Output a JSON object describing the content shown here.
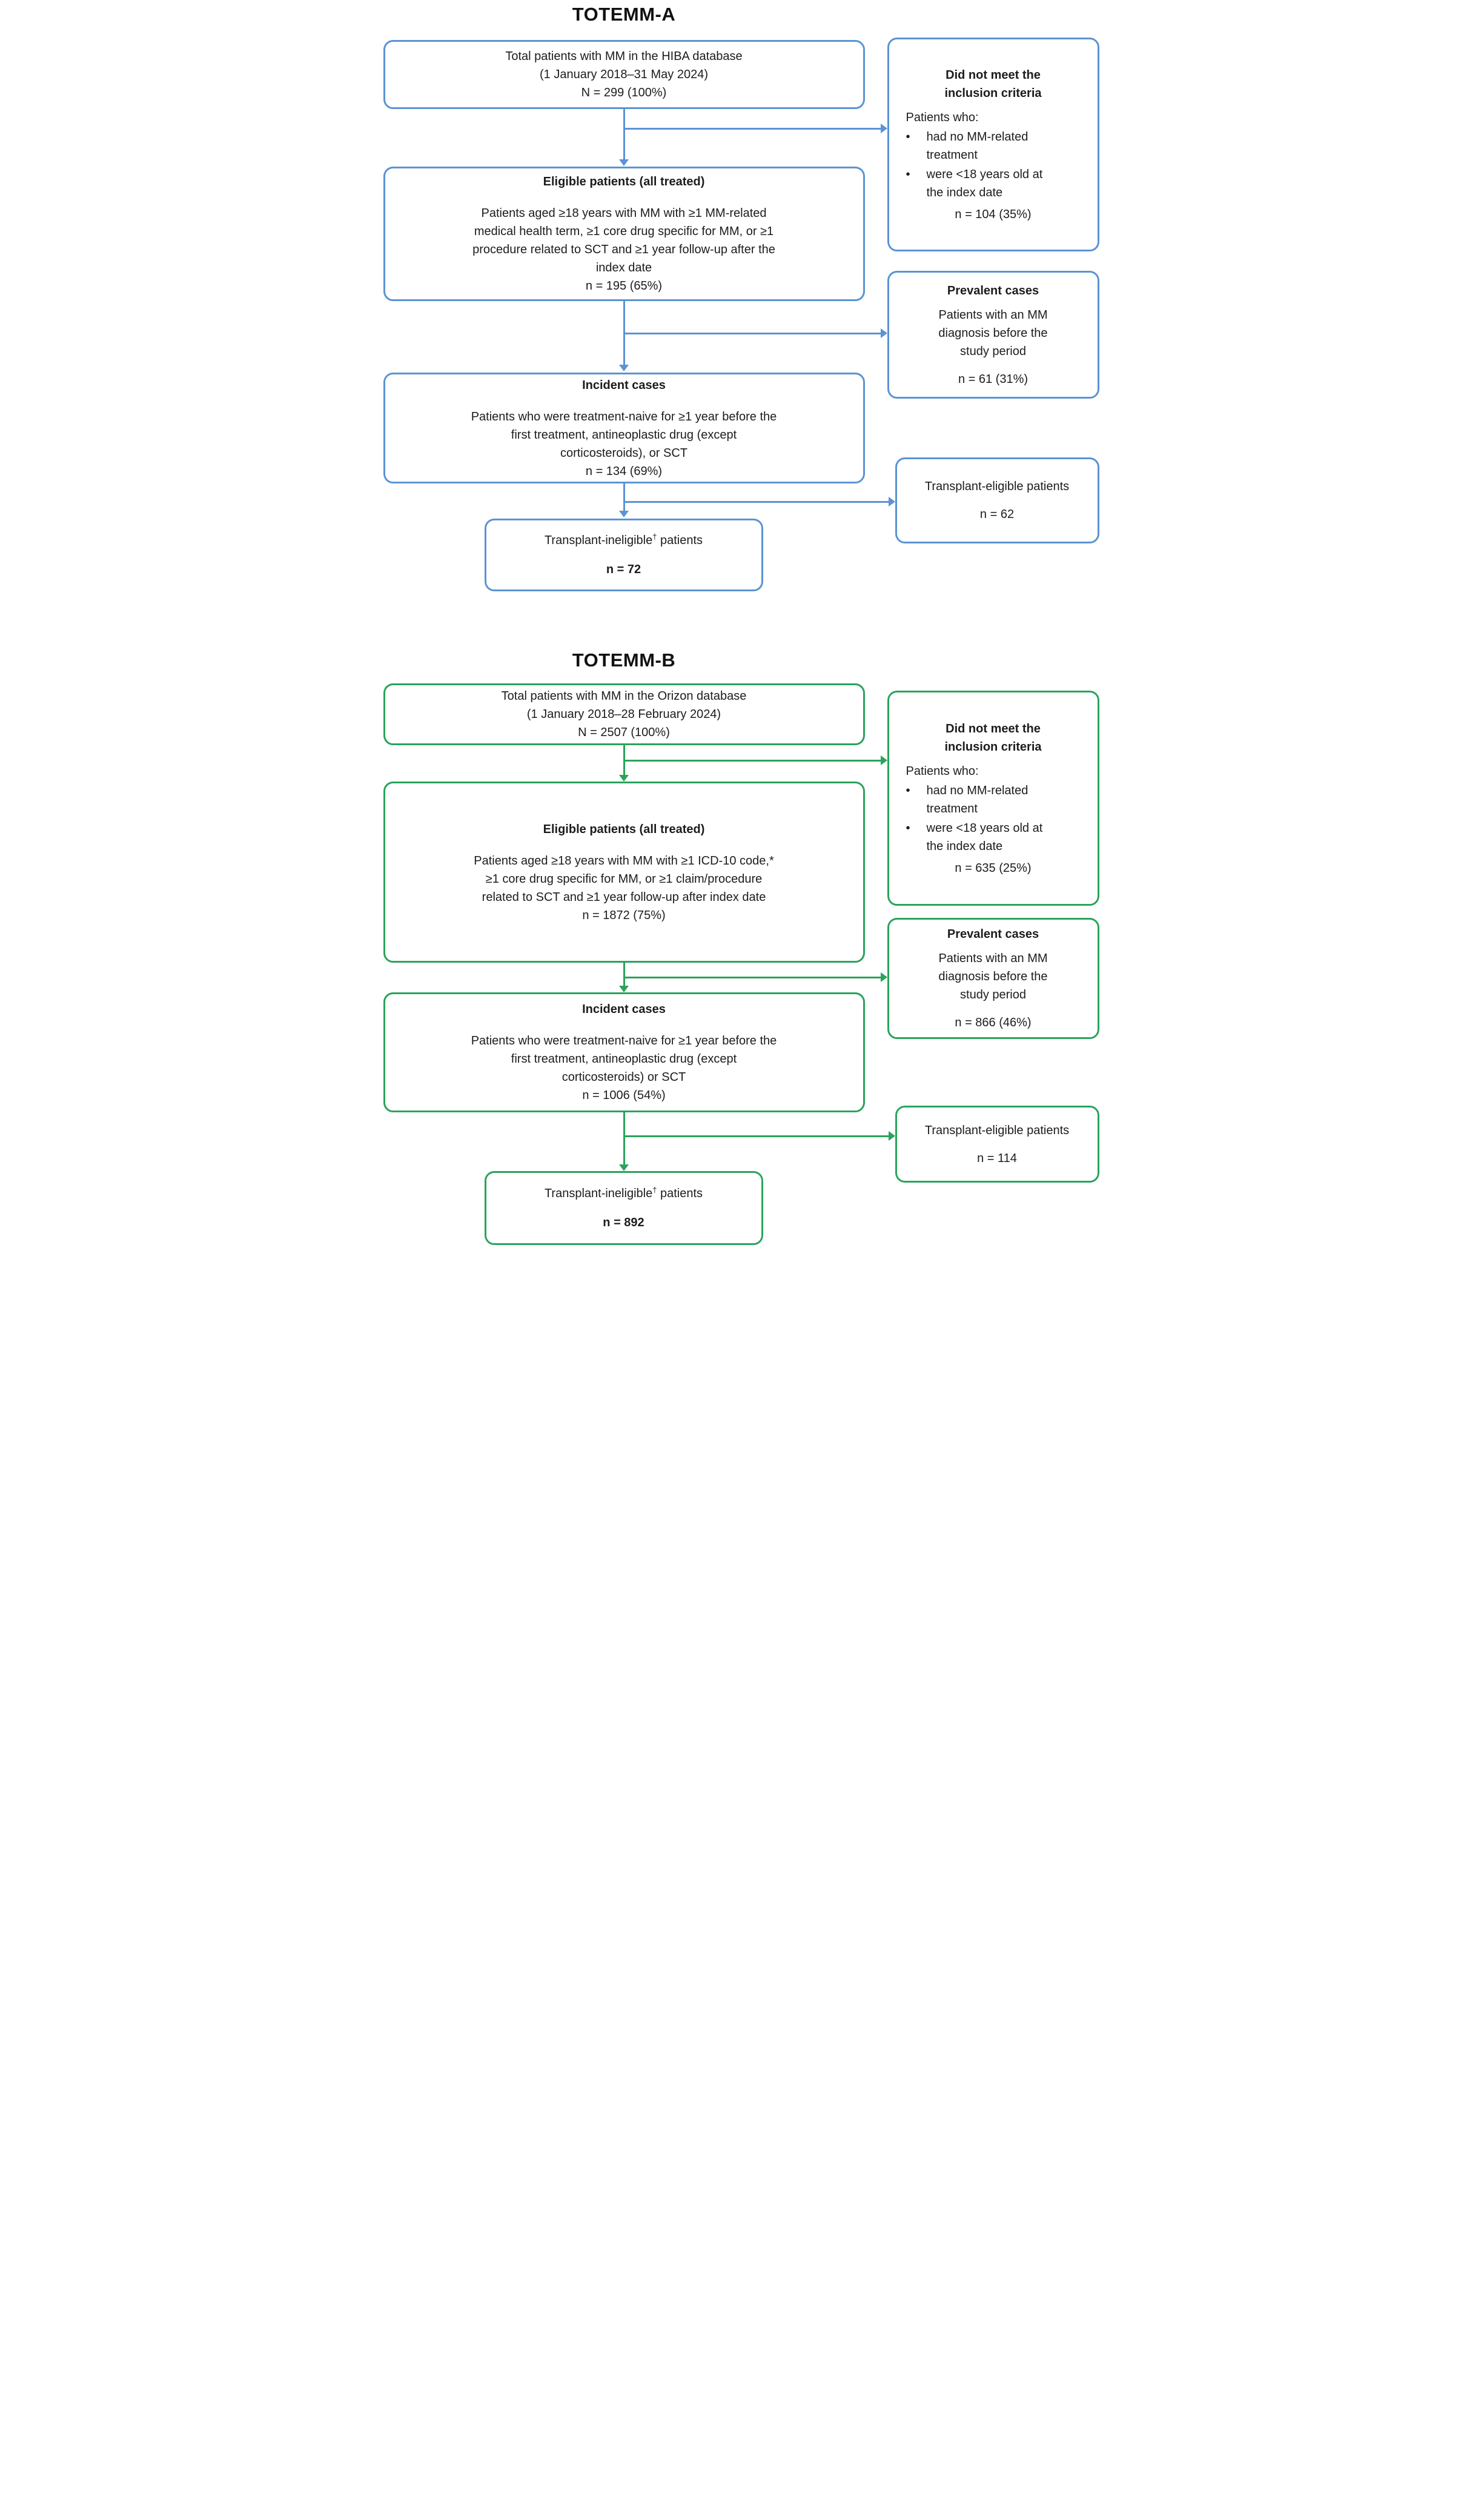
{
  "diagram": {
    "bullet_char": "•",
    "panels": [
      {
        "title": "TOTEMM-A",
        "accent_color": "#5b93d4",
        "source_box": {
          "lines": [
            "Total patients with MM in the HIBA database",
            "(1 January 2018–31 May 2024)",
            "N = 299 (100%)"
          ]
        },
        "exclusion_box": {
          "heading": "Did not meet the inclusion criteria",
          "intro": "Patients who:",
          "bullets": [
            "had no MM-related treatment",
            "were <18 years old at the index date"
          ],
          "n": "n = 104 (35%)"
        },
        "eligible_box": {
          "heading": "Eligible patients (all treated)",
          "body_lines": [
            "Patients aged ≥18 years with MM with ≥1 MM-related",
            "medical health term, ≥1 core drug specific for MM, or ≥1",
            "procedure related to SCT and ≥1 year follow-up after the",
            "index date"
          ],
          "n": "n = 195 (65%)"
        },
        "prevalent_box": {
          "heading": "Prevalent cases",
          "body_lines": [
            "Patients with an MM",
            "diagnosis before the",
            "study period"
          ],
          "n": "n = 61 (31%)"
        },
        "incident_box": {
          "heading": "Incident cases",
          "body_lines": [
            "Patients who were treatment-naive for ≥1 year before the",
            "first treatment, antineoplastic drug (except",
            "corticosteroids), or SCT"
          ],
          "n": "n = 134 (69%)"
        },
        "transplant_eligible_box": {
          "label": "Transplant-eligible patients",
          "n": "n = 62"
        },
        "transplant_ineligible_box": {
          "label": "Transplant-ineligible",
          "dagger": "†",
          "label_suffix": " patients",
          "n": "n = 72"
        }
      },
      {
        "title": "TOTEMM-B",
        "accent_color": "#2aa35c",
        "source_box": {
          "lines": [
            "Total patients with MM in the Orizon database",
            "(1 January 2018–28 February 2024)",
            "N = 2507 (100%)"
          ]
        },
        "exclusion_box": {
          "heading": "Did not meet the inclusion criteria",
          "intro": "Patients who:",
          "bullets": [
            "had no MM-related treatment",
            "were <18 years old at the index date"
          ],
          "n": "n = 635 (25%)"
        },
        "eligible_box": {
          "heading": "Eligible patients (all treated)",
          "body_lines": [
            "Patients aged ≥18 years with MM with ≥1 ICD-10 code,*",
            "≥1 core drug specific for MM, or ≥1 claim/procedure",
            "related to SCT and ≥1 year follow-up after index date"
          ],
          "n": "n = 1872 (75%)"
        },
        "prevalent_box": {
          "heading": "Prevalent cases",
          "body_lines": [
            "Patients with an MM",
            "diagnosis before the",
            "study period"
          ],
          "n": "n = 866 (46%)"
        },
        "incident_box": {
          "heading": "Incident cases",
          "body_lines": [
            "Patients who were treatment-naive for ≥1 year before the",
            "first treatment, antineoplastic drug (except",
            "corticosteroids) or SCT"
          ],
          "n": "n = 1006 (54%)"
        },
        "transplant_eligible_box": {
          "label": "Transplant-eligible patients",
          "n": "n = 114"
        },
        "transplant_ineligible_box": {
          "label": "Transplant-ineligible",
          "dagger": "†",
          "label_suffix": " patients",
          "n": "n = 892"
        }
      }
    ]
  }
}
